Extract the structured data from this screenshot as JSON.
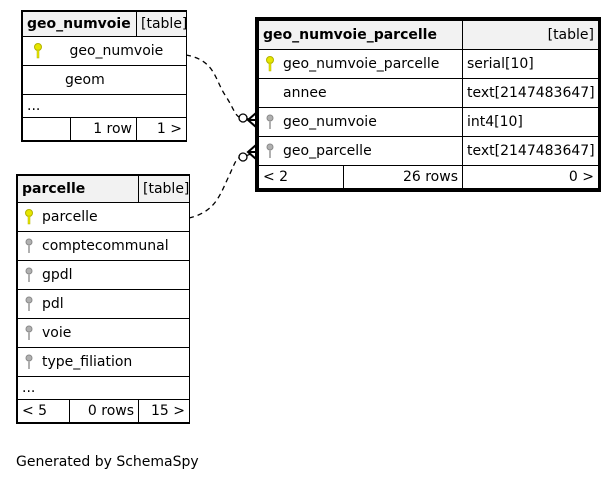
{
  "tables": [
    {
      "name": "geo_numvoie",
      "kind": "[table]",
      "columns": [
        {
          "name": "geo_numvoie",
          "key": "primary"
        },
        {
          "name": "geom",
          "key": "none"
        }
      ],
      "more": "...",
      "footer": {
        "left": "",
        "rows": "1 row",
        "right": "1 >"
      }
    },
    {
      "name": "geo_numvoie_parcelle",
      "kind": "[table]",
      "columns": [
        {
          "name": "geo_numvoie_parcelle",
          "type": "serial[10]",
          "key": "primary"
        },
        {
          "name": "annee",
          "type": "text[2147483647]",
          "key": "none"
        },
        {
          "name": "geo_numvoie",
          "type": "int4[10]",
          "key": "foreign"
        },
        {
          "name": "geo_parcelle",
          "type": "text[2147483647]",
          "key": "foreign"
        }
      ],
      "footer": {
        "left": "< 2",
        "rows": "26 rows",
        "right": "0 >"
      }
    },
    {
      "name": "parcelle",
      "kind": "[table]",
      "columns": [
        {
          "name": "parcelle",
          "key": "primary"
        },
        {
          "name": "comptecommunal",
          "key": "foreign"
        },
        {
          "name": "gpdl",
          "key": "foreign"
        },
        {
          "name": "pdl",
          "key": "foreign"
        },
        {
          "name": "voie",
          "key": "foreign"
        },
        {
          "name": "type_filiation",
          "key": "foreign"
        }
      ],
      "more": "...",
      "footer": {
        "left": "< 5",
        "rows": "0 rows",
        "right": "15 >"
      }
    }
  ],
  "generated_by": "Generated by SchemaSpy",
  "colors": {
    "primary_key": "#e6e600",
    "foreign_key": "#9a9a9a",
    "header_bg": "#f2f2f2"
  },
  "icons": {
    "primary": "primary-key-icon",
    "foreign": "foreign-key-icon"
  }
}
